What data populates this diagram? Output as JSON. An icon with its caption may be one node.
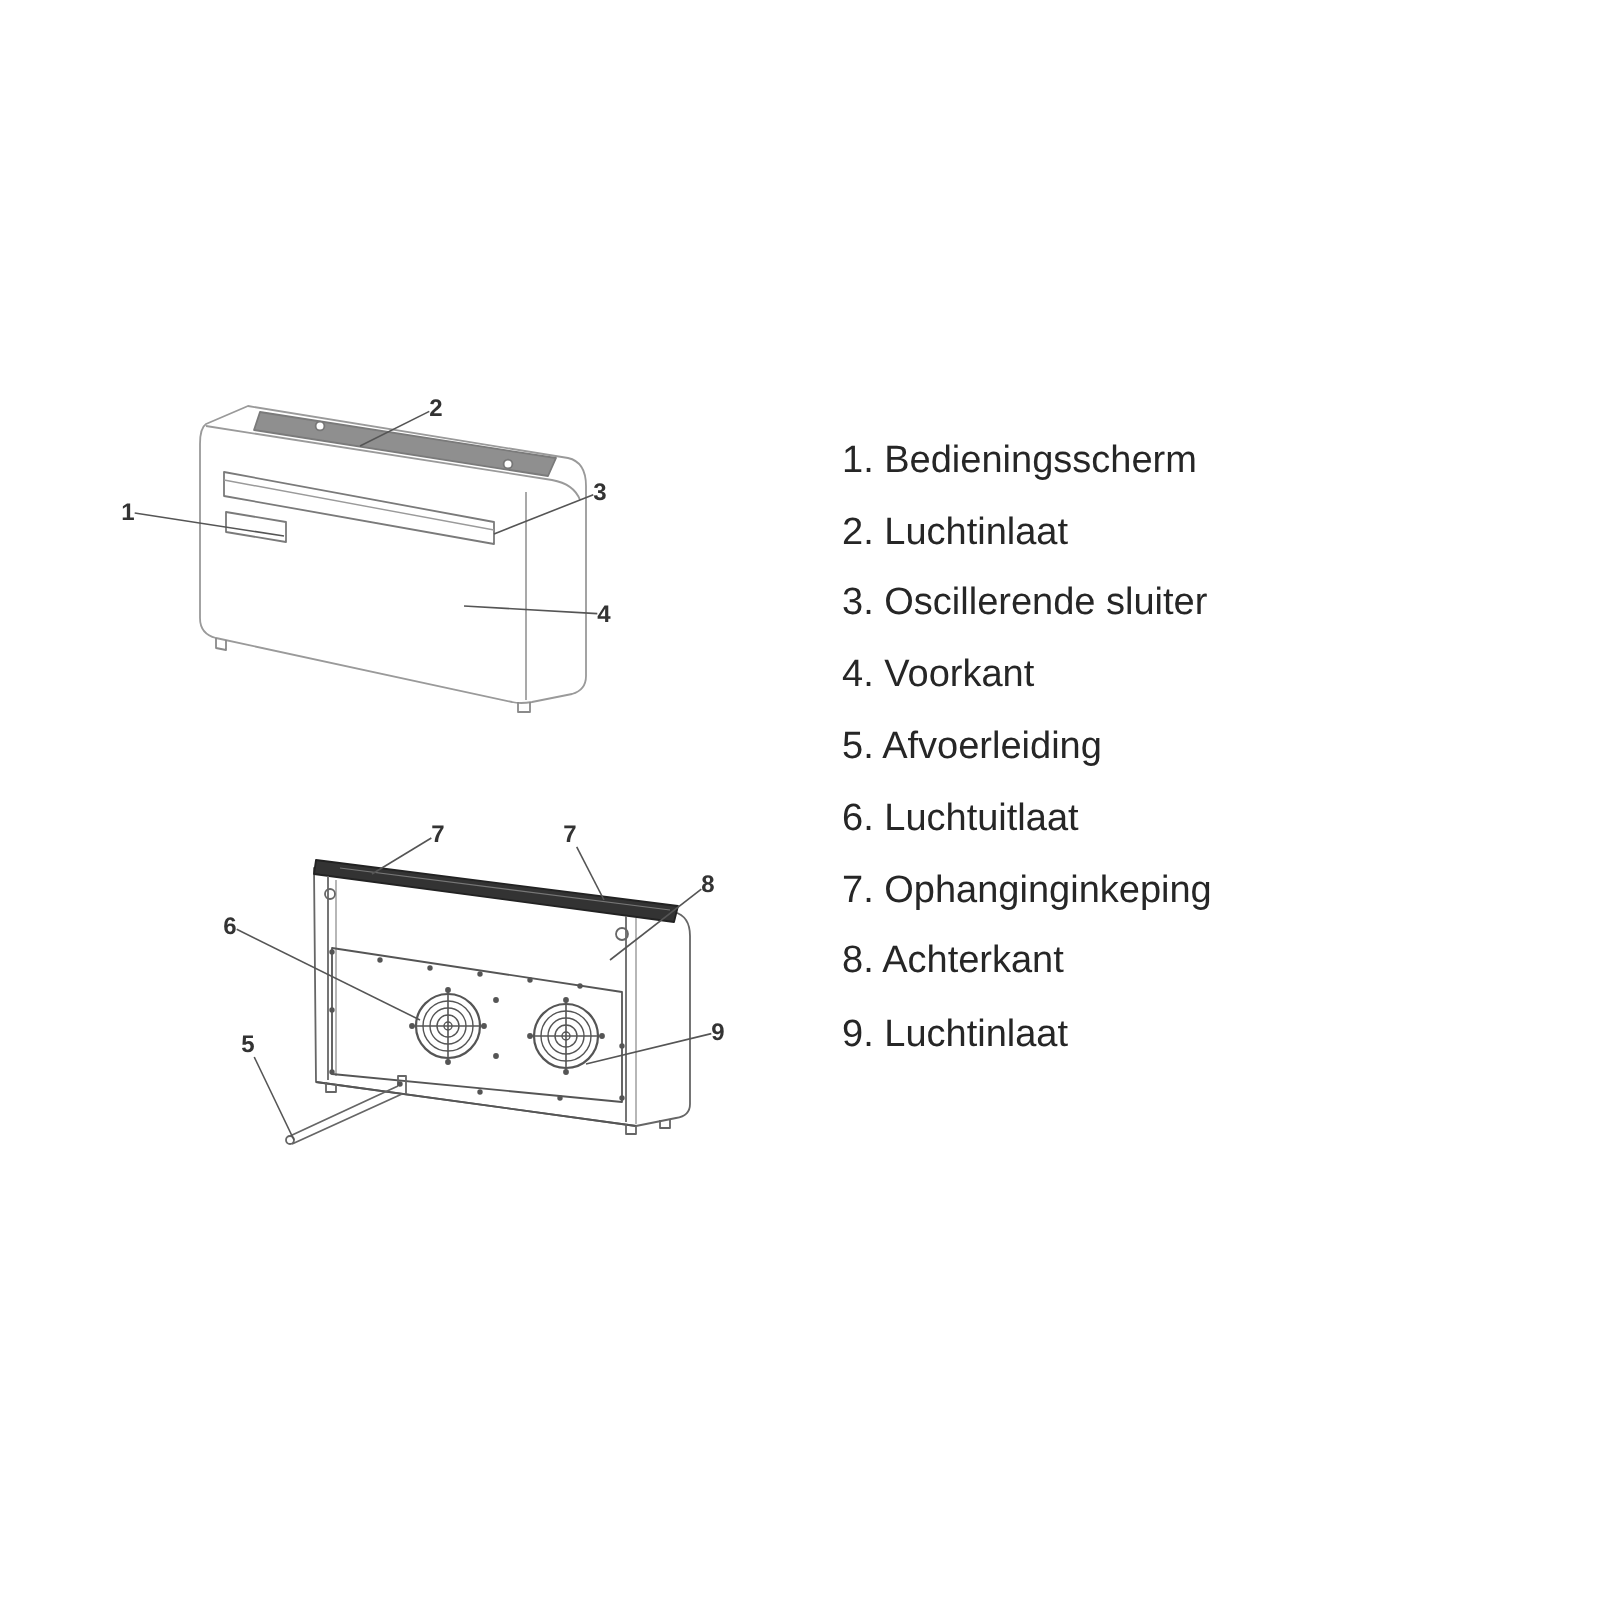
{
  "diagram": {
    "nodes": [
      {
        "text": [
          "2"
        ]
      },
      {
        "text": [
          "3"
        ]
      },
      {
        "text": [
          "1"
        ]
      },
      {
        "text": [
          "4"
        ]
      },
      {
        "text": [
          "7"
        ]
      },
      {
        "text": [
          "7"
        ]
      },
      {
        "text": [
          "8"
        ]
      },
      {
        "text": [
          "6"
        ]
      },
      {
        "text": [
          "9"
        ]
      },
      {
        "text": [
          "5"
        ]
      }
    ],
    "edges": [
      {
        "from": 0,
        "to": null,
        "arrow": "none"
      },
      {
        "from": 1,
        "to": null,
        "arrow": "none"
      },
      {
        "from": 2,
        "to": null,
        "arrow": "none"
      },
      {
        "from": 3,
        "to": null,
        "arrow": "none"
      },
      {
        "from": 4,
        "to": null,
        "arrow": "none"
      },
      {
        "from": 5,
        "to": null,
        "arrow": "none"
      },
      {
        "from": 6,
        "to": null,
        "arrow": "none"
      },
      {
        "from": 7,
        "to": null,
        "arrow": "none"
      },
      {
        "from": 8,
        "to": null,
        "arrow": "none"
      },
      {
        "from": 9,
        "to": null,
        "arrow": "none"
      }
    ],
    "labels": [
      "1. Bedieningsscherm",
      "2. Luchtinlaat",
      "3. Oscillerende sluiter",
      "4. Voorkant",
      "5. Afvoerleiding",
      "6. Luchtuitlaat",
      "7. Ophanginginkeping",
      "8. Achterkant",
      "9. Luchtinlaat"
    ]
  }
}
